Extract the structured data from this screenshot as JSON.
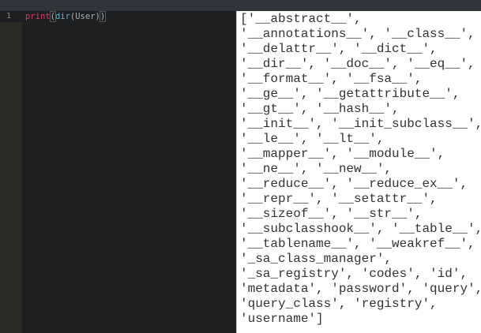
{
  "editor": {
    "line_number": "1",
    "code": {
      "keyword": "print",
      "open": "(",
      "call": "dir",
      "rest": "(User)",
      "close": ")"
    }
  },
  "output": {
    "lines": [
      "['__abstract__',",
      "'__annotations__', '__class__',",
      "'__delattr__', '__dict__',",
      "'__dir__', '__doc__', '__eq__',",
      "'__format__', '__fsa__',",
      "'__ge__', '__getattribute__',",
      "'__gt__', '__hash__',",
      "'__init__', '__init_subclass__',",
      "'__le__', '__lt__',",
      "'__mapper__', '__module__',",
      "'__ne__', '__new__',",
      "'__reduce__', '__reduce_ex__',",
      "'__repr__', '__setattr__',",
      "'__sizeof__', '__str__',",
      "'__subclasshook__', '__table__',",
      "'__tablename__', '__weakref__',",
      "'_sa_class_manager',",
      "'_sa_registry', 'codes', 'id',",
      "'metadata', 'password', 'query',",
      "'query_class', 'registry',",
      "'username']"
    ]
  }
}
